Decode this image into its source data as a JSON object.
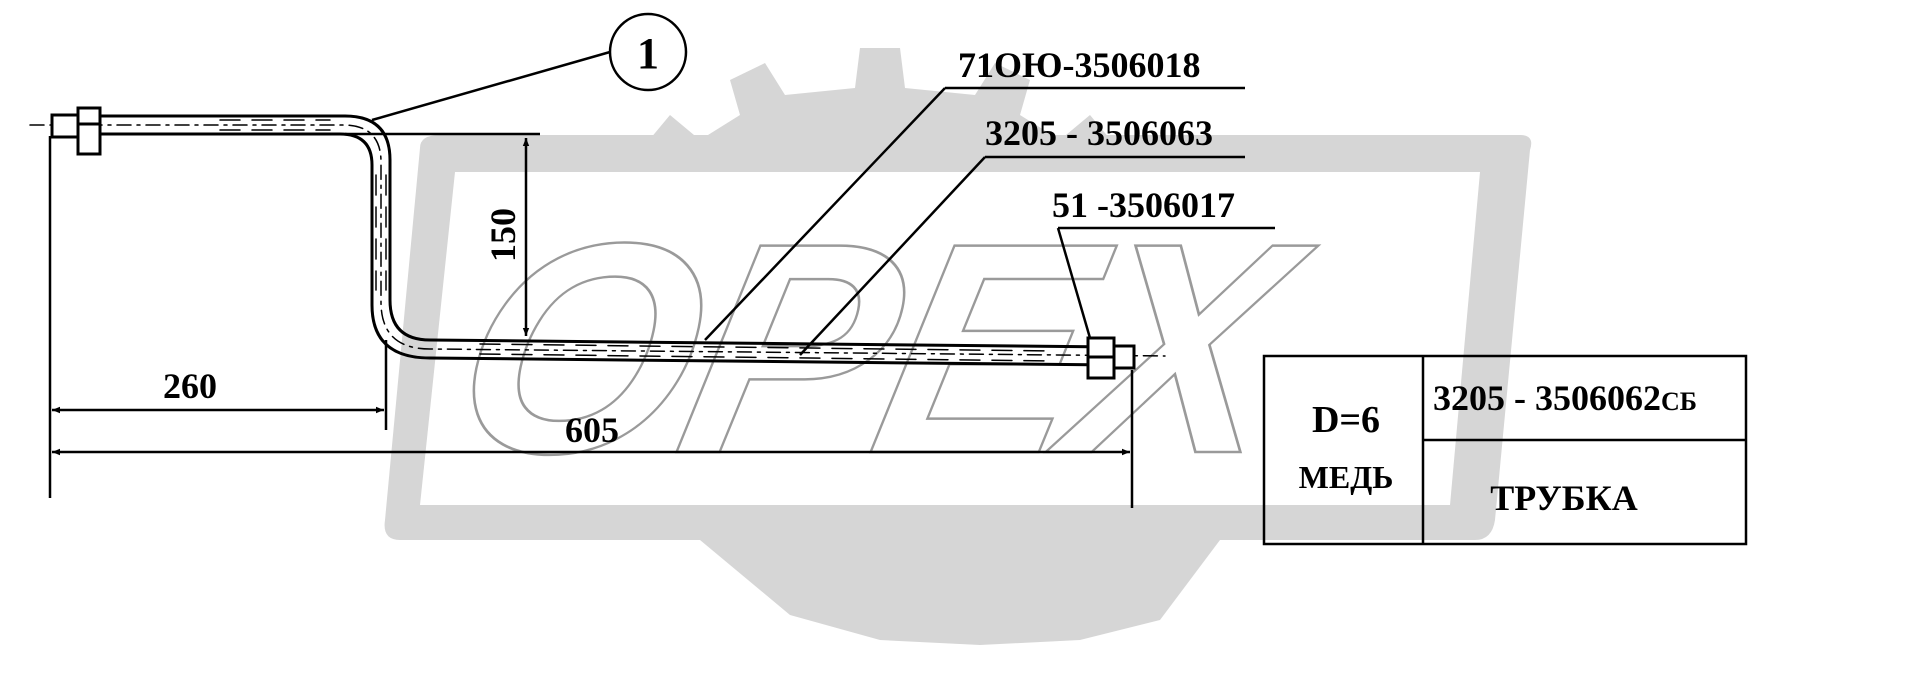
{
  "watermark": {
    "text": "OPEX"
  },
  "callout": {
    "number": "1"
  },
  "part_labels": {
    "nut_left": "71ОЮ-3506018",
    "tube": "3205 - 3506063",
    "nut_right": "51 -3506017"
  },
  "dimensions": {
    "height": "150",
    "first_run": "260",
    "total_length": "605"
  },
  "title_block": {
    "diameter": "D=6",
    "material": "МЕДЬ",
    "part_number": "3205 - 3506062",
    "part_suffix": "СБ",
    "part_name": "ТРУБКА"
  },
  "colors": {
    "line": "#000000",
    "watermark_fill": "#d6d6d6",
    "background": "#ffffff"
  }
}
